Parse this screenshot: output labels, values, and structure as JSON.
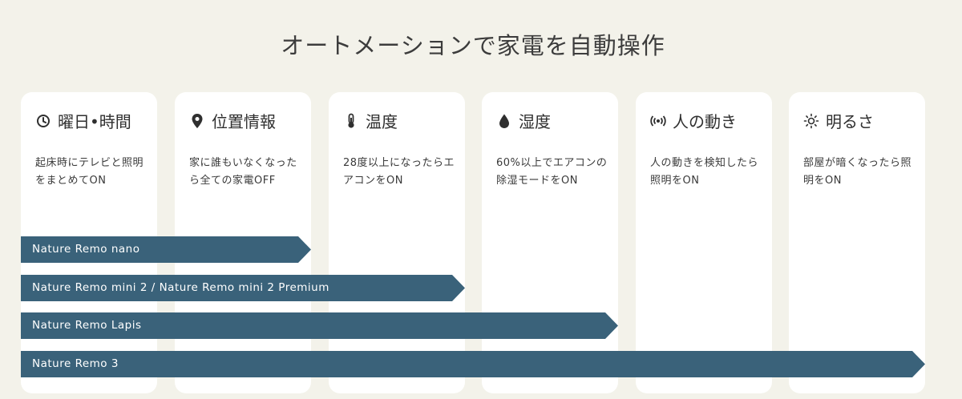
{
  "title": "オートメーションで家電を自動操作",
  "cards": [
    {
      "icon": "clock-icon",
      "label": "曜日•時間",
      "desc": "起床時にテレビと照明をまとめてON"
    },
    {
      "icon": "location-pin-icon",
      "label": "位置情報",
      "desc": "家に誰もいなくなったら全ての家電OFF"
    },
    {
      "icon": "thermometer-icon",
      "label": "温度",
      "desc": "28度以上になったらエアコンをON"
    },
    {
      "icon": "water-drop-icon",
      "label": "湿度",
      "desc": "60%以上でエアコンの除湿モードをON"
    },
    {
      "icon": "motion-sensor-icon",
      "label": "人の動き",
      "desc": "人の動きを検知したら照明をON"
    },
    {
      "icon": "sun-icon",
      "label": "明るさ",
      "desc": "部屋が暗くなったら照明をON"
    }
  ],
  "products": [
    {
      "name": "Nature Remo nano",
      "supported_conditions": 2
    },
    {
      "name": "Nature Remo mini 2 / Nature Remo mini 2 Premium",
      "supported_conditions": 3
    },
    {
      "name": "Nature Remo Lapis",
      "supported_conditions": 4
    },
    {
      "name": "Nature Remo 3",
      "supported_conditions": 6
    }
  ],
  "colors": {
    "background": "#f3f2ea",
    "card": "#ffffff",
    "bar": "#3a627a"
  }
}
